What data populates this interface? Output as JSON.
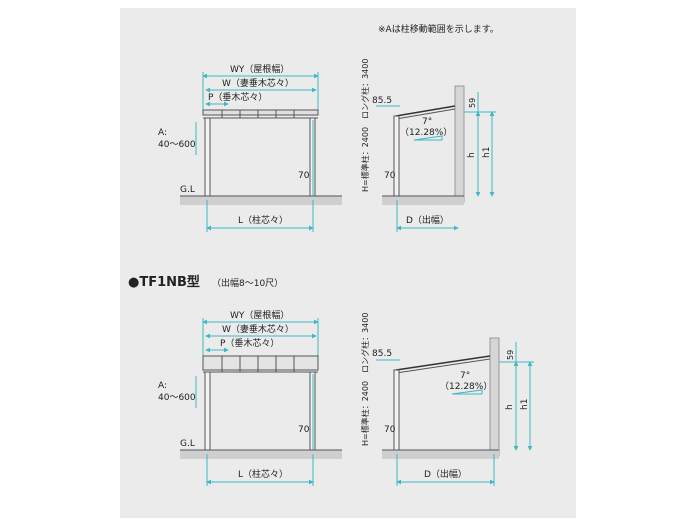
{
  "note": "※Aは柱移動範囲を示します。",
  "diagram1": {
    "front": {
      "wy_label": "WY（屋根幅）",
      "w_label": "W（妻垂木芯々）",
      "p_label": "P（垂木芯々）",
      "a_label": "A:",
      "a_range": "40～600",
      "gl_label": "G.L",
      "dim_70": "70",
      "l_label": "L（柱芯々）"
    },
    "side": {
      "dim_855": "85.5",
      "angle": "7°",
      "percent": "（12.28%）",
      "h_vertical": "H=標準柱：2400　ロング柱：3400",
      "dim_70": "70",
      "d_label": "D（出幅）",
      "dim_59": "59",
      "h_label": "h",
      "h1_label": "h1"
    }
  },
  "section2": {
    "title": "●TF1NB型",
    "subtitle": "（出幅8～10尺）"
  },
  "diagram2": {
    "front": {
      "wy_label": "WY（屋根幅）",
      "w_label": "W（妻垂木芯々）",
      "p_label": "P（垂木芯々）",
      "a_label": "A:",
      "a_range": "40～600",
      "gl_label": "G.L",
      "dim_70": "70",
      "l_label": "L（柱芯々）"
    },
    "side": {
      "dim_855": "85.5",
      "angle": "7°",
      "percent": "（12.28%）",
      "h_vertical": "H=標準柱：2400　ロング柱：3400",
      "dim_70": "70",
      "d_label": "D（出幅）",
      "dim_59": "59",
      "h_label": "h",
      "h1_label": "h1"
    }
  }
}
